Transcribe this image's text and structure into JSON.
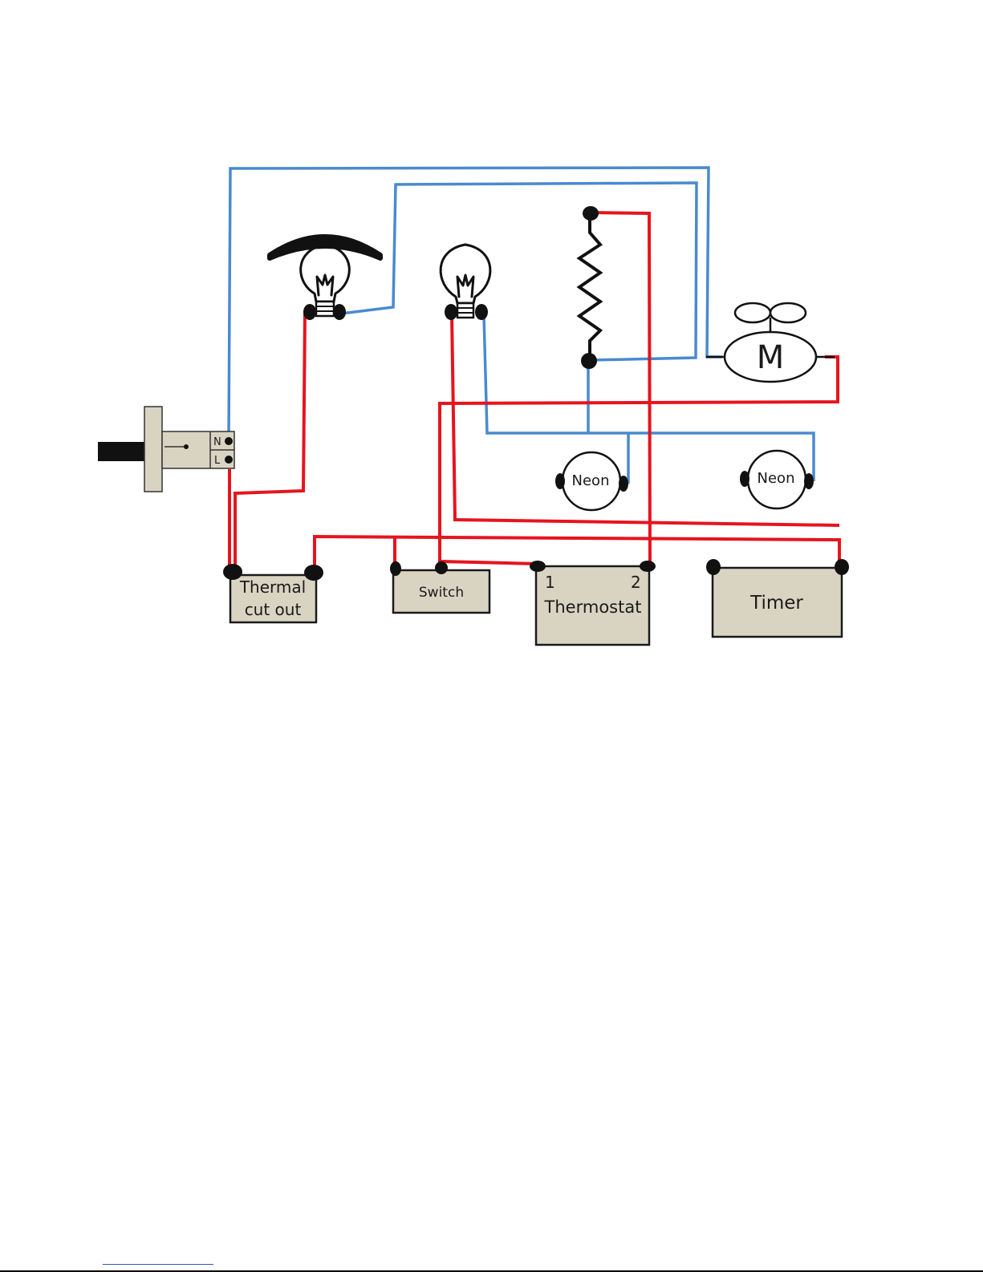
{
  "components": {
    "outlet": {
      "neutral_label": "N",
      "live_label": "L"
    },
    "thermal_cutout": {
      "line1": "Thermal",
      "line2": "cut out"
    },
    "switch": {
      "label": "Switch"
    },
    "thermostat": {
      "label": "Thermostat",
      "terminal_1": "1",
      "terminal_2": "2"
    },
    "timer": {
      "label": "Timer"
    },
    "fan_motor": {
      "label": "M"
    },
    "neon_1": {
      "label": "Neon"
    },
    "neon_2": {
      "label": "Neon"
    }
  },
  "colors": {
    "live_wire": "#e6141e",
    "neutral_wire": "#4a8ad0",
    "component_fill": "#d9d4c2"
  }
}
